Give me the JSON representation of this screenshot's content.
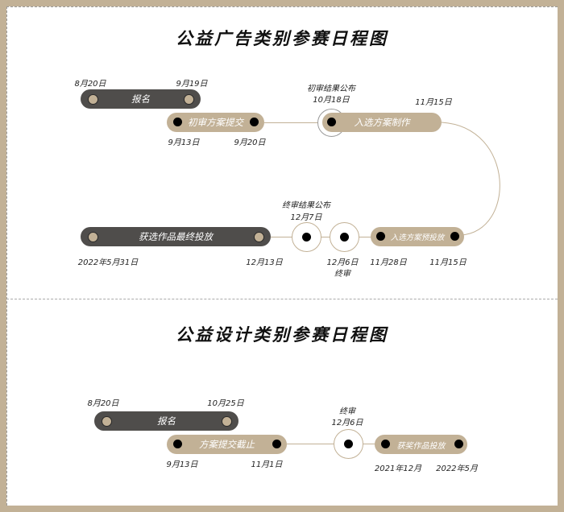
{
  "chart1": {
    "title": "公益广告类别参赛日程图",
    "stages": {
      "register": {
        "label": "报名",
        "start": "8月20日",
        "end": "9月19日"
      },
      "first_submit": {
        "label": "初审方案提交",
        "start": "9月13日",
        "end": "9月20日"
      },
      "first_result": {
        "label": "初审结果公布",
        "date": "10月18日"
      },
      "selected_make": {
        "label": "入选方案制作",
        "end": "11月15日"
      },
      "pre_release": {
        "label": "入选方案预投放",
        "start": "11月28日",
        "end": "11月15日"
      },
      "final_review": {
        "label": "终审",
        "date": "12月6日"
      },
      "final_result": {
        "label": "终审结果公布",
        "date": "12月7日"
      },
      "final_release": {
        "label": "获选作品最终投放",
        "start": "12月13日",
        "end": "2022年5月31日"
      }
    }
  },
  "chart2": {
    "title": "公益设计类别参赛日程图",
    "stages": {
      "register": {
        "label": "报名",
        "start": "8月20日",
        "end": "10月25日"
      },
      "submit_deadline": {
        "label": "方案提交截止",
        "start": "9月13日",
        "end": "11月1日"
      },
      "final_review": {
        "label": "终审",
        "date": "12月6日"
      },
      "award_release": {
        "label": "获奖作品投放",
        "start": "2021年12月",
        "end": "2022年5月"
      }
    }
  },
  "colors": {
    "tan": "#c2b196",
    "dark": "#4f4d4b"
  }
}
